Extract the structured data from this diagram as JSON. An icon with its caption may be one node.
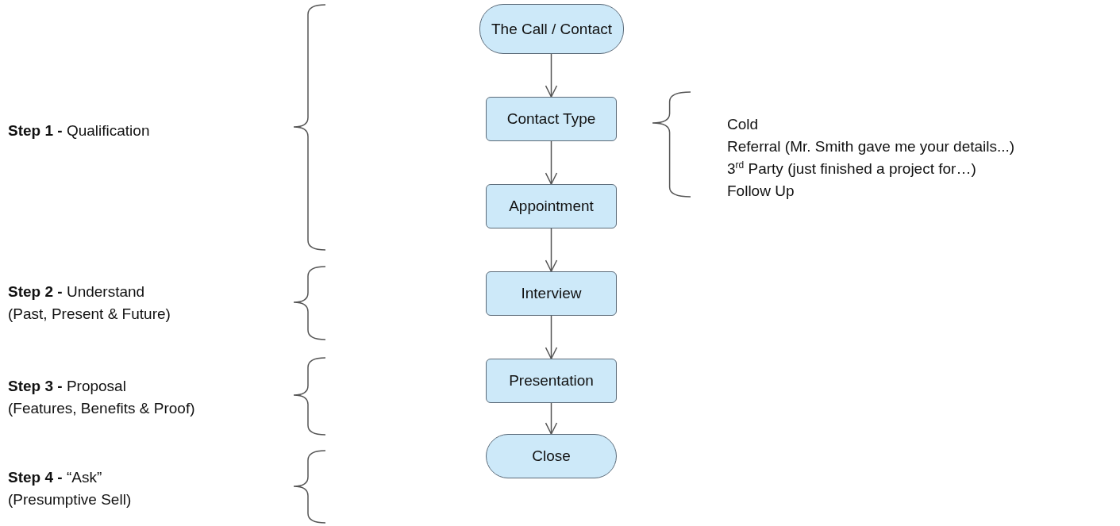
{
  "diagram": {
    "nodes": [
      {
        "text": [
          "The Call / Contact"
        ]
      },
      {
        "text": [
          "Contact Type"
        ]
      },
      {
        "text": [
          "Appointment"
        ]
      },
      {
        "text": [
          "Interview"
        ]
      },
      {
        "text": [
          "Presentation"
        ]
      },
      {
        "text": [
          "Close"
        ]
      }
    ],
    "edges": [
      {
        "from": 0,
        "to": 1,
        "arrow": "to"
      },
      {
        "from": 1,
        "to": 2,
        "arrow": "to"
      },
      {
        "from": 2,
        "to": 3,
        "arrow": "to"
      },
      {
        "from": 3,
        "to": 4,
        "arrow": "to"
      },
      {
        "from": 4,
        "to": 5,
        "arrow": "to"
      }
    ],
    "labels": [
      "Cold",
      "**Step 1 -** Qualification",
      "Referral (Mr. Smith gave me your details...)",
      "3$^{rd}$ Party (just finished a project for…)",
      "Follow Up",
      "**Step 2 -** Understand",
      "(Past, Present & Future)",
      "**Step 3 -** Proposal",
      "(Features, Benefits & Proof)",
      "**Step 4 -** “Ask”",
      "(Presumptive Sell)"
    ]
  }
}
